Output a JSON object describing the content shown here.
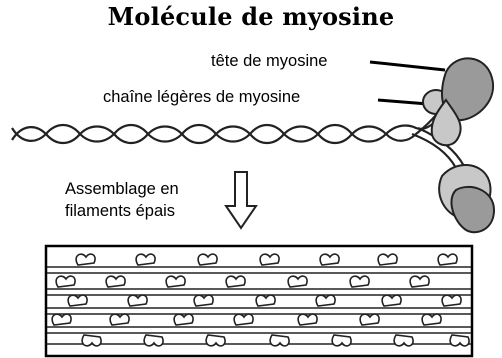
{
  "title": "Molécule de myosine",
  "labels": {
    "head": "tête de myosine",
    "light_chain": "chaîne légères de myosine",
    "assembly_line1": "Assemblage en",
    "assembly_line2": "filaments épais"
  },
  "colors": {
    "line": "#222222",
    "head_fill": "#9a9a9a",
    "light_fill": "#c8c8c8",
    "background": "#ffffff"
  }
}
